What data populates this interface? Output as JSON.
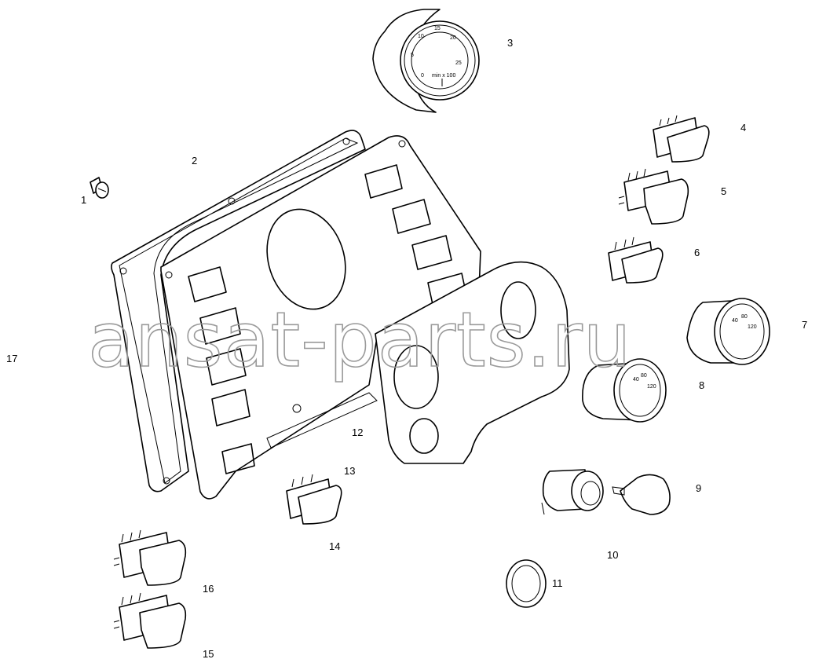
{
  "watermark": "ansat-parts.ru",
  "callouts": {
    "p1": "1",
    "p2": "2",
    "p3": "3",
    "p4": "4",
    "p5": "5",
    "p6": "6",
    "p7": "7",
    "p8": "8",
    "p9": "9",
    "p10": "10",
    "p11": "11",
    "p12": "12",
    "p13": "13",
    "p14": "14",
    "p15": "15",
    "p16": "16",
    "p17": "17"
  },
  "tachometer": {
    "scale": [
      "0",
      "5",
      "10",
      "15",
      "20",
      "25"
    ],
    "unit": "min x 100"
  },
  "gauge_small_7": [
    "40",
    "80",
    "120"
  ],
  "gauge_small_8": [
    "40",
    "80",
    "120"
  ]
}
